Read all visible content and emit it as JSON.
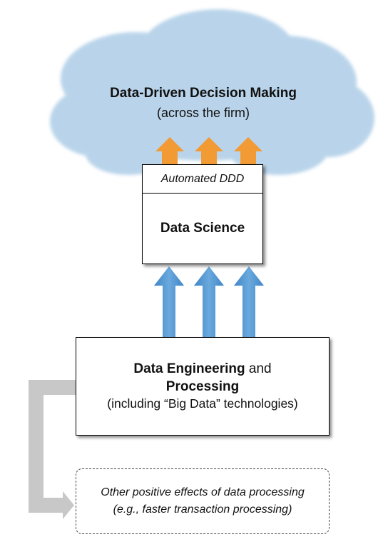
{
  "cloud": {
    "title": "Data-Driven Decision Making",
    "subtitle": "(across the firm)"
  },
  "data_science_box": {
    "top_label": "Automated DDD",
    "main_label": "Data Science"
  },
  "data_engineering_box": {
    "bold1": "Data Engineering",
    "plain1": " and",
    "bold2": "Processing",
    "line3": "(including “Big Data” technologies)"
  },
  "other_effects_box": {
    "line1": "Other positive effects of data processing",
    "line2": "(e.g., faster transaction processing)"
  },
  "colors": {
    "cloud_fill": "#b9d4ea",
    "orange_arrow": "#f29a33",
    "blue_arrow": "#5b9bd5",
    "gray_connector": "#c8c8c8"
  }
}
